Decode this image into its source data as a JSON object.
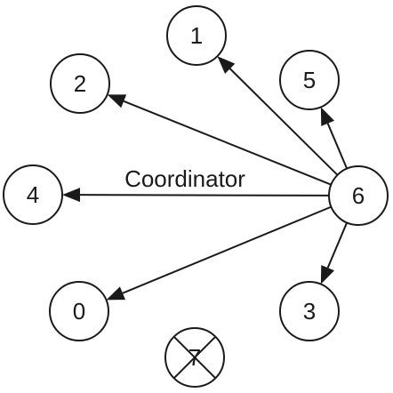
{
  "diagram": {
    "nodes": [
      {
        "id": "0",
        "label": "0",
        "failed": false
      },
      {
        "id": "1",
        "label": "1",
        "failed": false
      },
      {
        "id": "2",
        "label": "2",
        "failed": false
      },
      {
        "id": "3",
        "label": "3",
        "failed": false
      },
      {
        "id": "4",
        "label": "4",
        "failed": false
      },
      {
        "id": "5",
        "label": "5",
        "failed": false
      },
      {
        "id": "6",
        "label": "6",
        "failed": false
      },
      {
        "id": "7",
        "label": "7",
        "failed": true
      }
    ],
    "edges": [
      {
        "from": "6",
        "to": "1"
      },
      {
        "from": "6",
        "to": "2"
      },
      {
        "from": "6",
        "to": "5"
      },
      {
        "from": "6",
        "to": "4",
        "label": "Coordinator"
      },
      {
        "from": "6",
        "to": "0"
      },
      {
        "from": "6",
        "to": "3"
      }
    ],
    "colors": {
      "stroke": "#1a1a1a",
      "fill": "#ffffff",
      "text": "#1a1a1a"
    }
  }
}
